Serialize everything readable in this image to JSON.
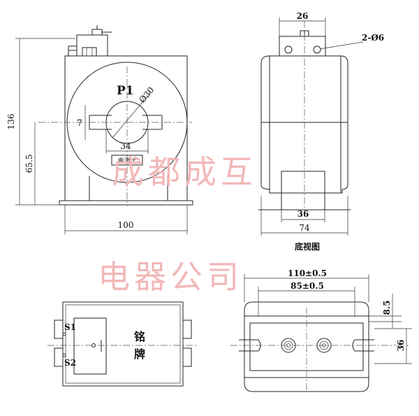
{
  "front_view": {
    "label_p1": "P1",
    "dim_hole": "Ø30",
    "dim_height_total": "136",
    "dim_height_center": "65.5",
    "dim_width": "100",
    "dim_slot": "34",
    "dim_small": "7",
    "window_label": "电流比"
  },
  "side_view": {
    "dim_top": "26",
    "dim_holes": "2-Ø6",
    "dim_foot": "36",
    "dim_width": "74"
  },
  "bottom_view": {
    "title": "底视图",
    "dim_outer": "110±0.5",
    "dim_inner": "85±0.5",
    "dim_right_top": "8.5",
    "dim_right": "36"
  },
  "nameplate_view": {
    "terminal_s1": "S1",
    "terminal_s2": "S2",
    "plate_line1": "铭",
    "plate_line2": "牌"
  },
  "watermark": {
    "line1": "成都成互",
    "line2": "电器公司"
  }
}
